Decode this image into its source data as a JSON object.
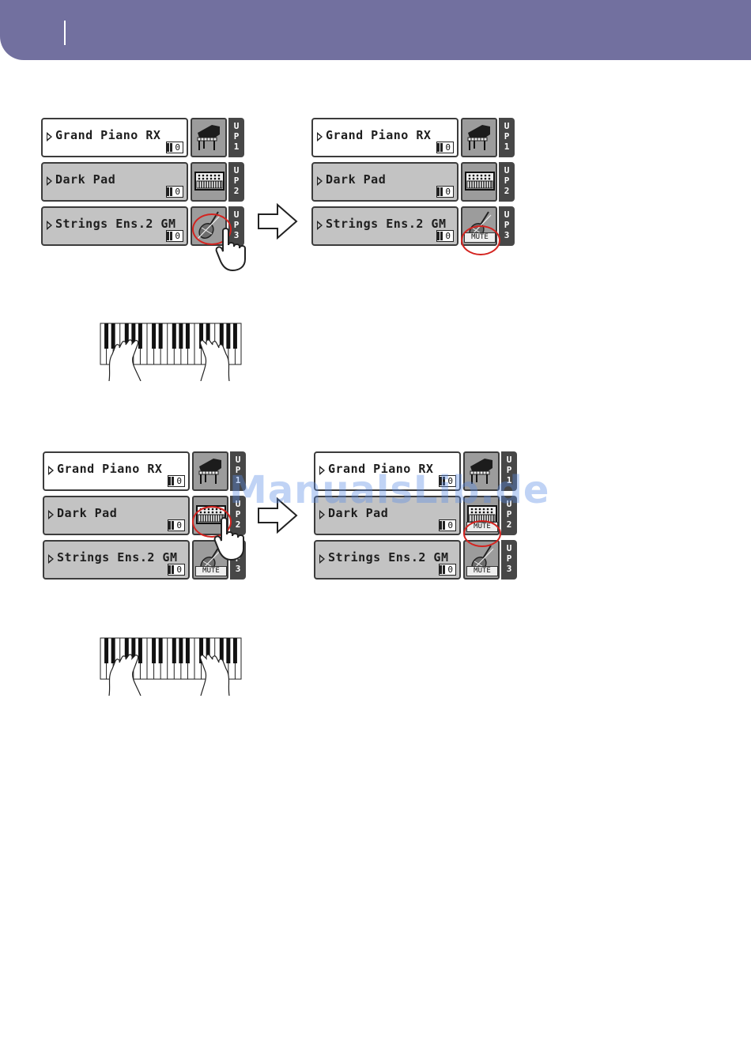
{
  "header": {
    "color": "#72709f"
  },
  "figures": [
    {
      "before": {
        "tracks": [
          {
            "name": "Grand Piano RX",
            "octave": "0",
            "icon": "piano-icon",
            "tag": "UP1",
            "selected": true,
            "muted": false
          },
          {
            "name": "Dark Pad",
            "octave": "0",
            "icon": "synth-keyboard-icon",
            "tag": "UP2",
            "selected": false,
            "muted": false
          },
          {
            "name": "Strings Ens.2 GM",
            "octave": "0",
            "icon": "violin-icon",
            "tag": "UP3",
            "selected": false,
            "muted": false
          }
        ]
      },
      "after": {
        "tracks": [
          {
            "name": "Grand Piano RX",
            "octave": "0",
            "icon": "piano-icon",
            "tag": "UP1",
            "selected": true,
            "muted": false
          },
          {
            "name": "Dark Pad",
            "octave": "0",
            "icon": "synth-keyboard-icon",
            "tag": "UP2",
            "selected": false,
            "muted": false
          },
          {
            "name": "Strings Ens.2 GM",
            "octave": "0",
            "icon": "violin-icon",
            "tag": "UP3",
            "selected": false,
            "muted": true,
            "mute_label": "MUTE"
          }
        ]
      }
    },
    {
      "before": {
        "tracks": [
          {
            "name": "Grand Piano RX",
            "octave": "0",
            "icon": "piano-icon",
            "tag": "UP1",
            "selected": true,
            "muted": false
          },
          {
            "name": "Dark Pad",
            "octave": "0",
            "icon": "synth-keyboard-icon",
            "tag": "UP2",
            "selected": false,
            "muted": false
          },
          {
            "name": "Strings Ens.2 GM",
            "octave": "0",
            "icon": "violin-icon",
            "tag": "UP3",
            "selected": false,
            "muted": true,
            "mute_label": "MUTE"
          }
        ]
      },
      "after": {
        "tracks": [
          {
            "name": "Grand Piano RX",
            "octave": "0",
            "icon": "piano-icon",
            "tag": "UP1",
            "selected": true,
            "muted": false
          },
          {
            "name": "Dark Pad",
            "octave": "0",
            "icon": "synth-keyboard-icon",
            "tag": "UP2",
            "selected": false,
            "muted": true,
            "mute_label": "MUTE"
          },
          {
            "name": "Strings Ens.2 GM",
            "octave": "0",
            "icon": "violin-icon",
            "tag": "UP3",
            "selected": false,
            "muted": true,
            "mute_label": "MUTE"
          }
        ]
      }
    }
  ],
  "watermark": "ManualsLib.de",
  "highlight_color": "#d4231f"
}
